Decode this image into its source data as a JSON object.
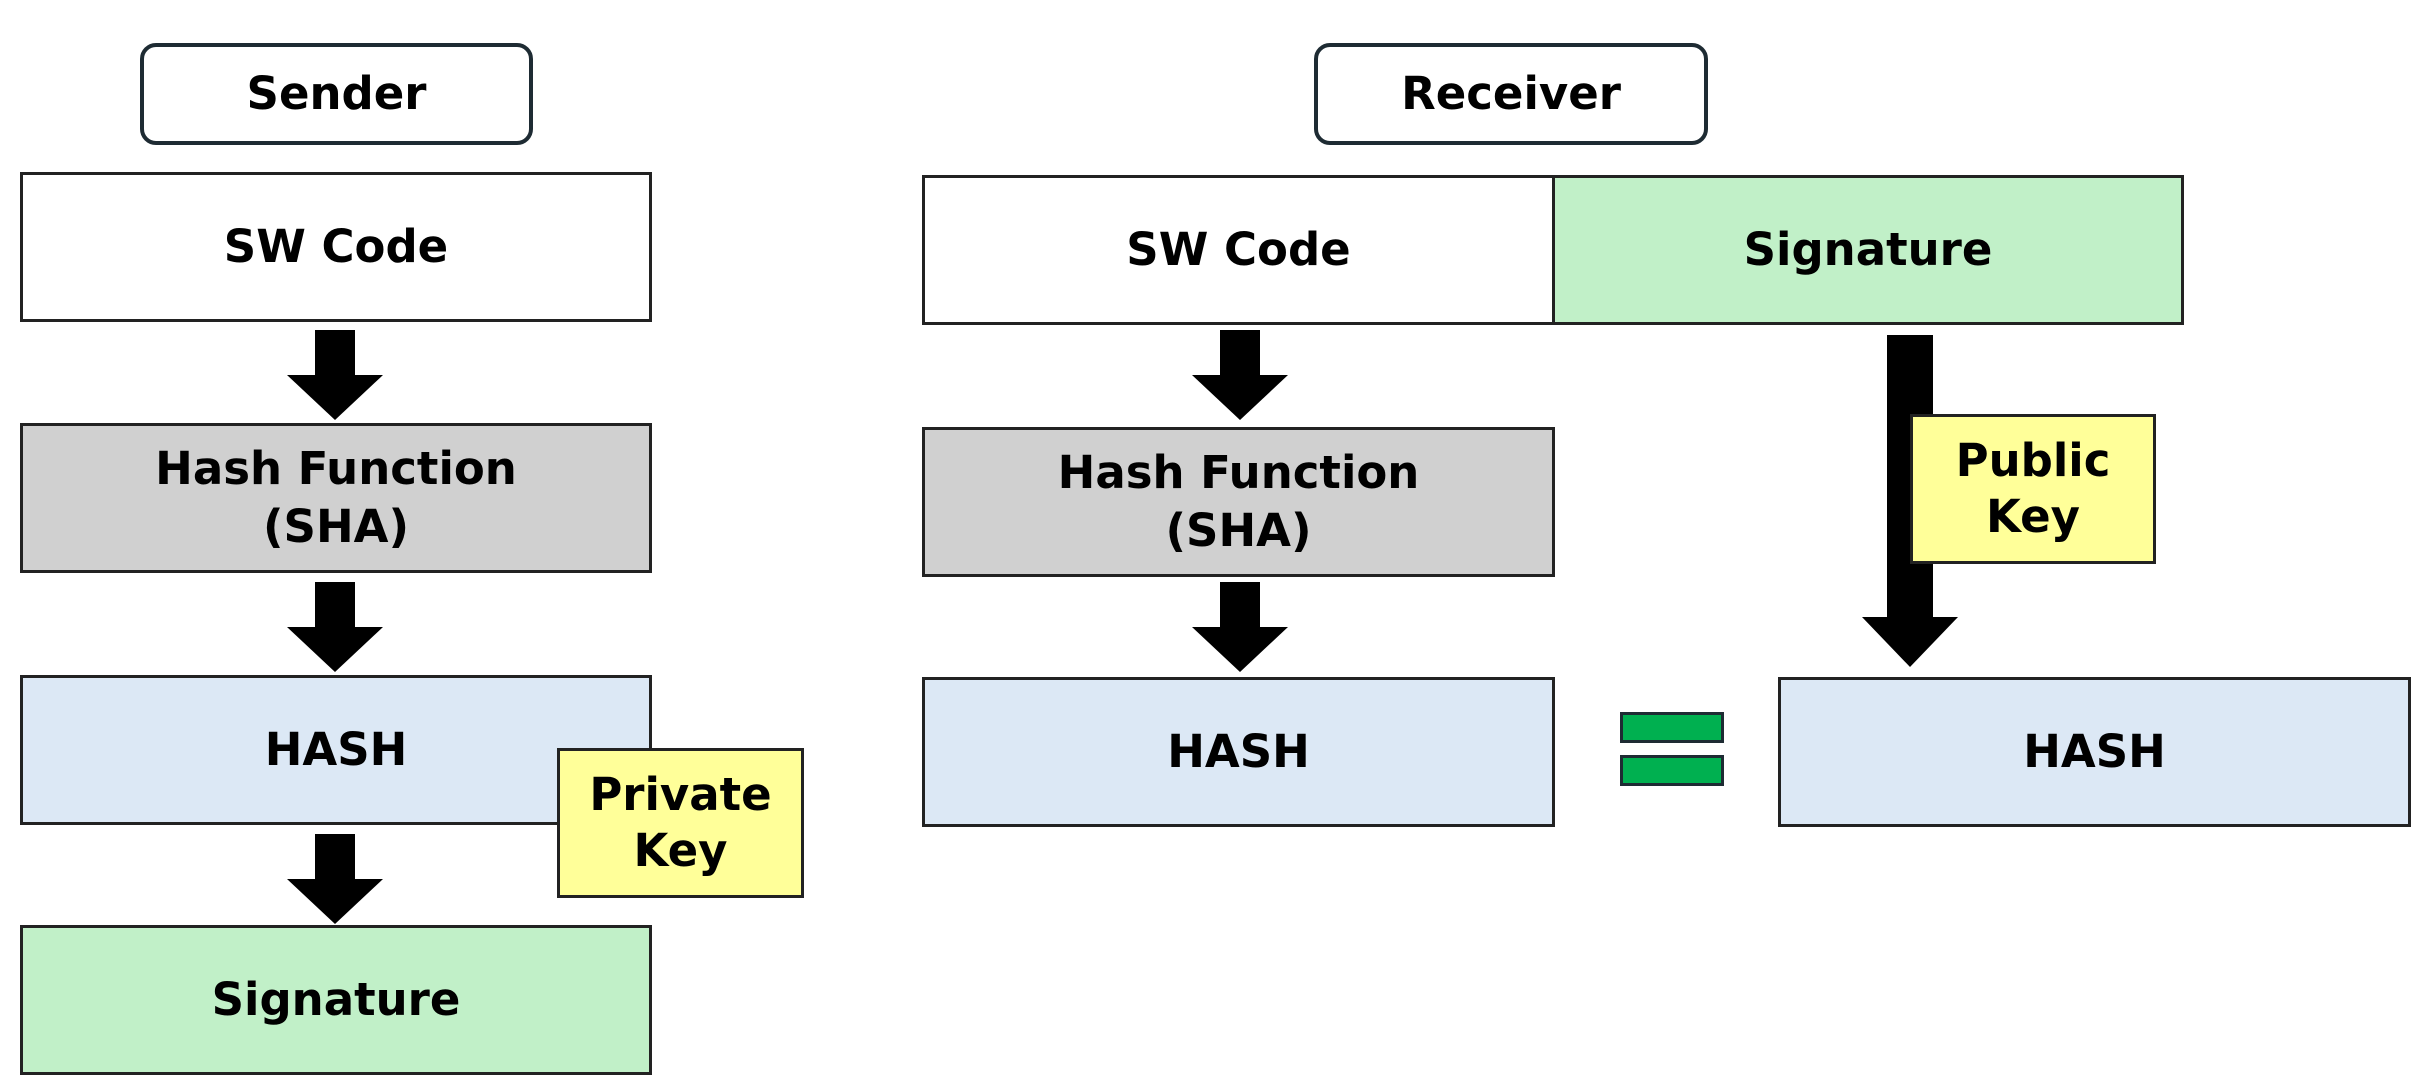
{
  "sender": {
    "title": "Sender",
    "sw_code": "SW Code",
    "hash_function_line1": "Hash Function",
    "hash_function_line2": "(SHA)",
    "hash": "HASH",
    "key_line1": "Private",
    "key_line2": "Key",
    "signature": "Signature"
  },
  "receiver": {
    "title": "Receiver",
    "sw_code": "SW Code",
    "signature": "Signature",
    "hash_function_line1": "Hash Function",
    "hash_function_line2": "(SHA)",
    "hash_computed": "HASH",
    "key_line1": "Public",
    "key_line2": "Key",
    "hash_decrypted": "HASH"
  },
  "colors": {
    "white_box": "#ffffff",
    "gray_box": "#d0d0d0",
    "blue_box": "#dce8f5",
    "green_box": "#c1f0c8",
    "yellow_box": "#ffff99",
    "arrow": "#000000",
    "equals": "#00b050",
    "border": "#222222"
  },
  "icons": {
    "down_arrow": "down-arrow-icon",
    "equals_sign": "equals-icon"
  }
}
